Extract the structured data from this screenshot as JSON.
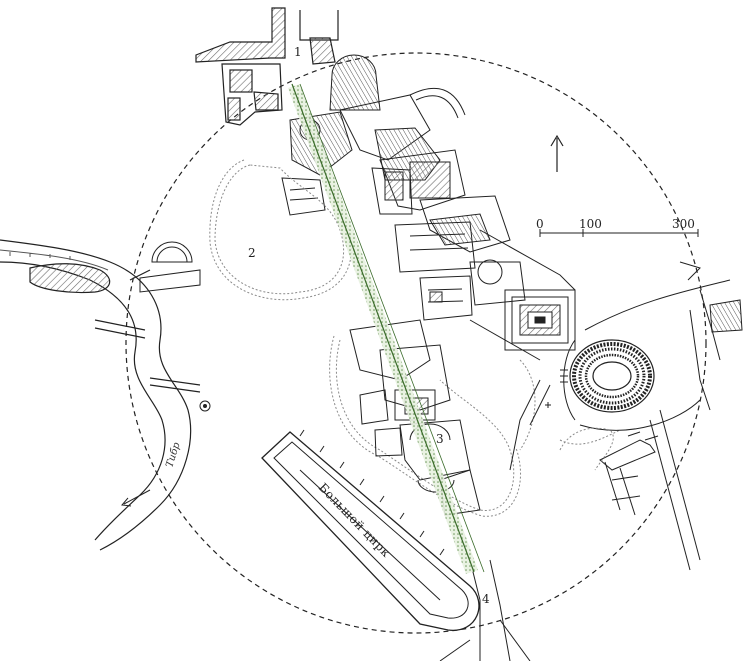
{
  "map": {
    "site_labels": [
      "1",
      "2",
      "3",
      "4"
    ],
    "circus_label": "Большой цирк",
    "river_label": "Тибр",
    "north_arrow": "north-arrow-icon",
    "scale": {
      "ticks": [
        "0",
        "100",
        "300"
      ]
    },
    "colors": {
      "ink": "#222222",
      "axis_green": "#3a6b2a",
      "hatch": "#9a9a9a",
      "background": "#ffffff"
    }
  }
}
